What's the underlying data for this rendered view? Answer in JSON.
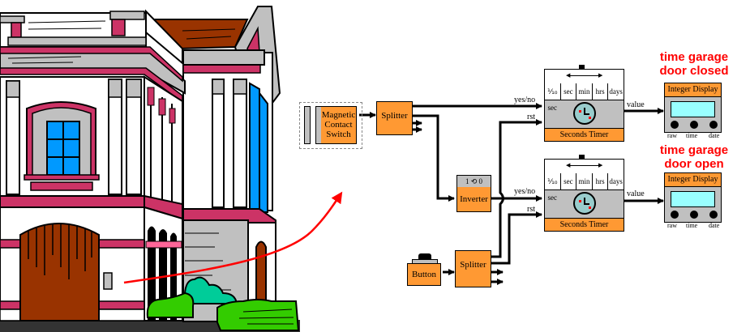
{
  "illustration": {
    "subject": "house-with-garage-door",
    "colors": {
      "trim": "#cc3366",
      "wall": "#ffffff",
      "stone": "#c0c0c0",
      "window": "#0099ff",
      "door": "#993300",
      "roof": "#993300",
      "bush_light": "#33cc00",
      "bush_teal": "#00cc99"
    }
  },
  "blocks": {
    "magnetic_switch": {
      "label_line1": "Magnetic",
      "label_line2": "Contact",
      "label_line3": "Switch"
    },
    "splitter_top": {
      "label": "Splitter"
    },
    "inverter": {
      "label": "Inverter",
      "indicator_left": "1",
      "indicator_right": "0"
    },
    "button": {
      "label": "Button"
    },
    "splitter_bottom": {
      "label": "Splitter"
    },
    "timer_top": {
      "units": [
        "1/10 sec",
        "sec",
        "min",
        "hrs",
        "days"
      ],
      "units_display": [
        "⅒ sec",
        "sec",
        "min",
        "hrs",
        "days"
      ],
      "footer": "Seconds Timer",
      "input_yes": "yes/no",
      "input_rst": "rst",
      "output": "value"
    },
    "timer_bottom": {
      "units": [
        "1/10 sec",
        "sec",
        "min",
        "hrs",
        "days"
      ],
      "units_display": [
        "⅒ sec",
        "sec",
        "min",
        "hrs",
        "days"
      ],
      "footer": "Seconds Timer",
      "input_yes": "yes/no",
      "input_rst": "rst",
      "output": "value"
    },
    "display_top": {
      "title": "Integer Display",
      "knobs": [
        "raw",
        "time",
        "date"
      ]
    },
    "display_bottom": {
      "title": "Integer Display",
      "knobs": [
        "raw",
        "time",
        "date"
      ]
    }
  },
  "annotations": {
    "top": {
      "line1": "time garage",
      "line2": "door closed"
    },
    "bottom": {
      "line1": "time garage",
      "line2": "door open"
    }
  },
  "colors": {
    "block_orange": "#ff9933",
    "block_gray": "#c0c0c0",
    "screen_cyan": "#99ffff",
    "annotation_red": "#ff0000",
    "wire": "#000000"
  }
}
